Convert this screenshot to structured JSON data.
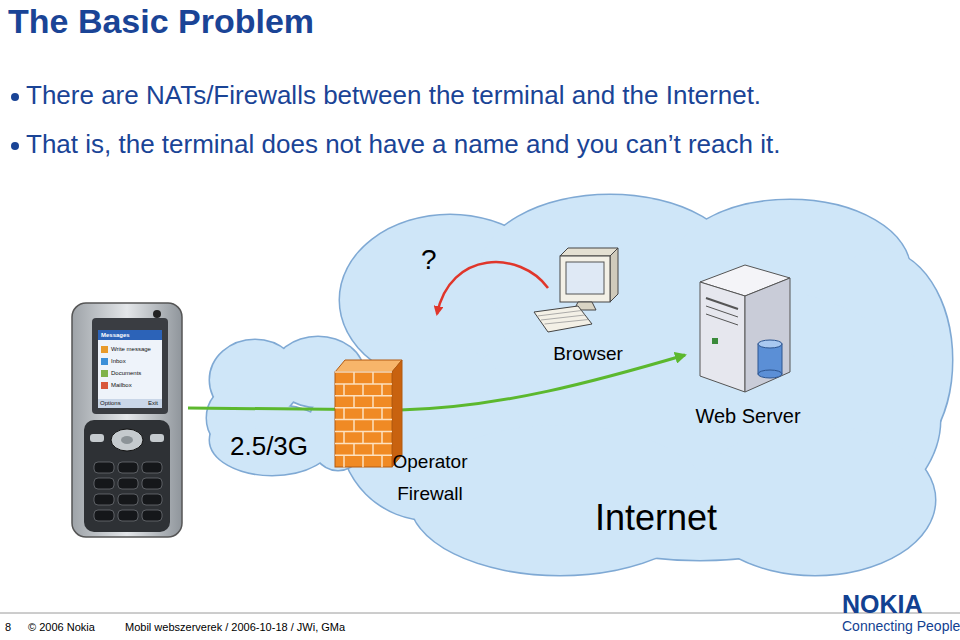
{
  "diagram": {
    "title": "The Basic Problem",
    "nodes": [
      {
        "text": [
          "Internet"
        ]
      },
      {
        "text": [
          "Browser"
        ],
        "in": 0
      },
      {
        "text": [
          "Web Server"
        ],
        "in": 0
      },
      {
        "text": [
          "2.5/3G"
        ]
      },
      {
        "text": [
          "Operator Firewall"
        ]
      },
      {
        "text": [
          "Messages",
          "Write message",
          "Inbox",
          "Documents",
          "Mailbox",
          "Options",
          "Exit"
        ]
      }
    ],
    "edges": [
      {
        "from": 5,
        "to": 2,
        "arrow": "to"
      }
    ],
    "labels": [
      "There are NATs/Firewalls between the terminal and the Internet.",
      "That is, the terminal does not have a name and you can’t reach it.",
      "?",
      "8",
      "© 2006 Nokia",
      "Mobil webszerverek / 2006-10-18 / JWi, GMa",
      "NOKIA",
      "Connecting People"
    ]
  }
}
